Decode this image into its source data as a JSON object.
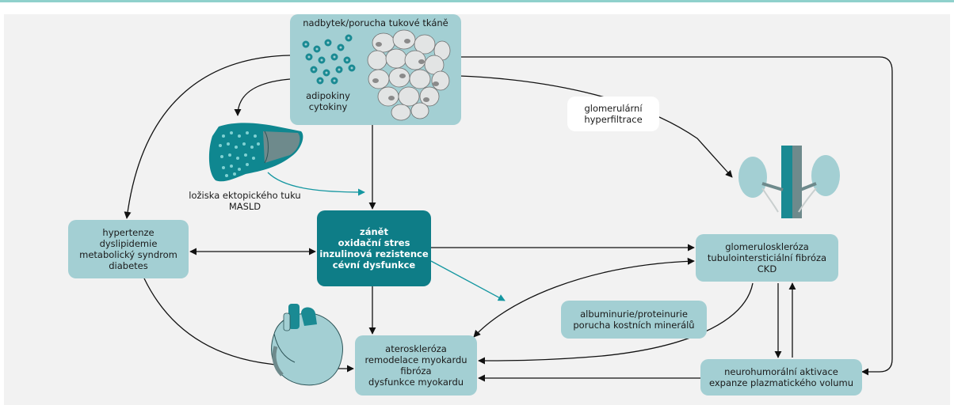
{
  "nodes": {
    "fat": {
      "title": "nadbytek/porucha tukové tkáně",
      "caption": [
        "adipokiny",
        "cytokiny"
      ]
    },
    "liver": {
      "caption": [
        "ložiska ektopického tuku",
        "MASLD"
      ]
    },
    "filtration": {
      "lines": [
        "glomerulární",
        "hyperfiltrace"
      ]
    },
    "hypertension": {
      "lines": [
        "hypertenze",
        "dyslipidemie",
        "metabolický syndrom",
        "diabetes"
      ]
    },
    "inflammation": {
      "lines": [
        "zánět",
        "oxidační stres",
        "inzulinová rezistence",
        "cévní dysfunkce"
      ]
    },
    "glomerulosclerosis": {
      "lines": [
        "glomeruloskleróza",
        "tubulointersticiální fibróza",
        "CKD"
      ]
    },
    "albuminuria": {
      "lines": [
        "albuminurie/proteinurie",
        "porucha kostních minerálů"
      ]
    },
    "atherosclerosis": {
      "lines": [
        "ateroskleróza",
        "remodelace myokardu",
        "fibróza",
        "dysfunkce myokardu"
      ]
    },
    "neurohumoral": {
      "lines": [
        "neurohumorální aktivace",
        "expanze plazmatického volumu"
      ]
    }
  },
  "colors": {
    "box": "#a3cfd3",
    "box_dark": "#0e7d87",
    "arrow": "#111111",
    "arrow_teal": "#1597a1",
    "background": "#f2f2f2"
  }
}
